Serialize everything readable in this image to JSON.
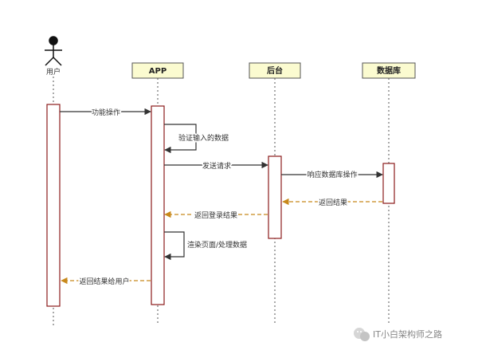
{
  "participants": {
    "user": "用户",
    "app": "APP",
    "backend": "后台",
    "database": "数据库"
  },
  "messages": {
    "m1": "功能操作",
    "m2": "验证输入的数据",
    "m3": "发送请求",
    "m4": "响应数据库操作",
    "m5": "返回结果",
    "m6": "返回登录结果",
    "m7": "渲染页面/处理数据",
    "m8": "返回结果给用户"
  },
  "watermark": {
    "text": "IT小白架构师之路",
    "icon": "wechat-icon"
  },
  "colors": {
    "activation_stroke": "#8b1a1a",
    "header_fill": "#fbfbd0",
    "return_arrow": "#c8891c",
    "sync_arrow": "#333333"
  }
}
